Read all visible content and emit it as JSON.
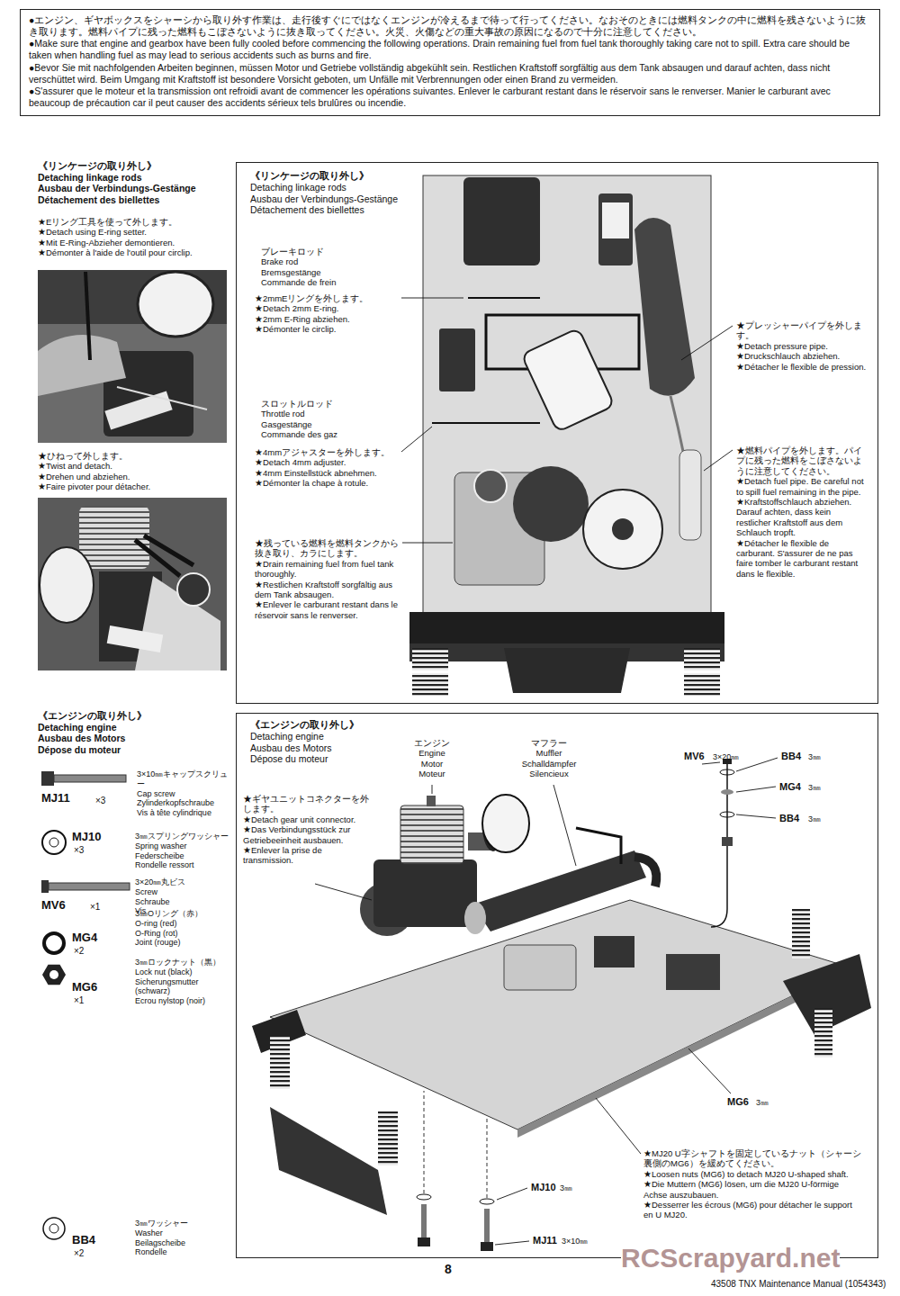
{
  "diagram": {
    "nodes": [
      {
        "text": [
          "●エンジン、ギヤボックスをシャーシから取り外す作業は、走行後すぐにではなくエンジンが冷えるまで待って行ってください。なおそのときには燃料タンクの中に燃料を残さないように抜き取ります。燃料パイプに残った燃料もこぼさないように抜き取ってください。火災、火傷などの重大事故の原因になるので十分に注意してください。",
          "●Make sure that engine and gearbox have been fully cooled before commencing the following operations. Drain remaining fuel from fuel tank thoroughly taking care not to spill. Extra care should be taken when handling fuel as may lead to serious accidents such as burns and fire.",
          "●Bevor Sie mit nachfolgenden Arbeiten beginnen, müssen Motor und Getriebe vollständig abgekühlt sein. Restlichen Kraftstoff sorgfältig aus dem Tank absaugen und darauf achten, dass nicht verschüttet wird. Beim Umgang mit Kraftstoff ist besondere Vorsicht geboten, um Unfälle mit Verbrennungen oder einen Brand zu vermeiden.",
          "●S'assurer que le moteur et la transmission ont refroidi avant de commencer les opérations suivantes. Enlever le carburant restant dans le réservoir sans le renverser. Manier le carburant avec beaucoup de précaution car il peut causer des accidents sérieux tels brulûres ou incendie."
        ]
      },
      {
        "text": [
          "《リンケージの取り外し》",
          "Detaching linkage rods",
          "Ausbau der Verbindungs-Gestänge",
          "Détachement des biellettes"
        ]
      },
      {
        "text": [
          "《エンジンの取り外し》",
          "Detaching engine",
          "Ausbau des Motors",
          "Dépose du moteur"
        ]
      }
    ],
    "labels": [
      "《リンケージの取り外し》",
      "Detaching linkage rods",
      "Ausbau der Verbindungs-Gestänge",
      "Détachement des biellettes",
      "★Eリング工具を使って外します。",
      "★Detach using E-ring setter.",
      "★Mit E-Ring-Abzieher demontieren.",
      "★Démonter à l'aide de l'outil pour circlip.",
      "★ひねって外します。",
      "★Twist and detach.",
      "★Drehen und abziehen.",
      "★Faire pivoter pour détacher.",
      "ブレーキロッド",
      "Brake rod",
      "Bremsgestänge",
      "Commande de frein",
      "★2mmEリングを外します。",
      "★Detach 2mm E-ring.",
      "★2mm E-Ring abziehen.",
      "★Démonter le circlip.",
      "スロットルロッド",
      "Throttle rod",
      "Gasgestänge",
      "Commande des gaz",
      "★4mmアジャスターを外します。",
      "★Detach 4mm adjuster.",
      "★4mm Einstellstück abnehmen.",
      "★Démonter la chape à rotule.",
      "★残っている燃料を燃料タンクから抜き取り、カラにします。",
      "★Drain remaining fuel from fuel tank thoroughly.",
      "★Restlichen Kraftstoff sorgfältig aus dem Tank absaugen.",
      "★Enlever le carburant restant dans le réservoir sans le renverser.",
      "★プレッシャーパイプを外します。",
      "★Detach pressure pipe.",
      "★Druckschlauch abziehen.",
      "★Détacher le flexible de pression.",
      "★燃料パイプを外します。パイプに残った燃料をこぼさないように注意してください。",
      "★Detach fuel pipe. Be careful not to spill fuel remaining in the pipe.",
      "★Kraftstoffschlauch abziehen. Darauf achten, dass kein restlicher Kraftstoff aus dem Schlauch tropft.",
      "★Détacher le flexible de carburant. S'assurer de ne pas faire tomber le carburant restant dans le flexible.",
      "《エンジンの取り外し》",
      "Detaching engine",
      "Ausbau des Motors",
      "Dépose du moteur",
      "3×10㎜キャップスクリュー",
      "Cap screw",
      "Zylinderkopfschraube",
      "Vis à tête cylindrique",
      "MJ11",
      "×3",
      "3㎜スプリングワッシャー",
      "Spring washer",
      "Federscheibe",
      "Rondelle ressort",
      "MJ10",
      "×3",
      "3×20㎜丸ビス",
      "Screw",
      "Schraube",
      "Vis",
      "MV6",
      "×1",
      "3㎜Oリング（赤）",
      "O-ring (red)",
      "O-Ring (rot)",
      "Joint (rouge)",
      "MG4",
      "×2",
      "3㎜ロックナット（黒）",
      "Lock nut (black)",
      "Sicherungsmutter (schwarz)",
      "Ecrou nylstop (noir)",
      "MG6",
      "×1",
      "3㎜ワッシャー",
      "Washer",
      "Beilagscheibe",
      "Rondelle",
      "BB4",
      "×2",
      "エンジン",
      "Engine",
      "Motor",
      "Moteur",
      "マフラー",
      "Muffler",
      "Schalldämpfer",
      "Silencieux",
      "★ギヤユニットコネクターを外します。",
      "★Detach gear unit connector.",
      "★Das Verbindungsstück zur Getriebeeinheit ausbauen.",
      "★Enlever la prise de transmission.",
      "MV6",
      "3×20㎜",
      "BB4",
      "3㎜",
      "MG4",
      "3㎜",
      "BB4",
      "3㎜",
      "MG6",
      "3㎜",
      "★MJ20 U字シャフトを固定しているナット（シャーシ裏側のMG6）を緩めてください。",
      "★Loosen nuts (MG6) to detach MJ20 U-shaped shaft.",
      "★Die Muttern (MG6) lösen, um die MJ20 U-förmige Achse auszubauen.",
      "★Desserrer les écrous (MG6) pour détacher le support en U MJ20.",
      "MJ10",
      "3㎜",
      "MJ11",
      "3×10㎜",
      "RCScrapyard.net",
      "8",
      "43508 TNX Maintenance Manual (1054343)"
    ]
  }
}
